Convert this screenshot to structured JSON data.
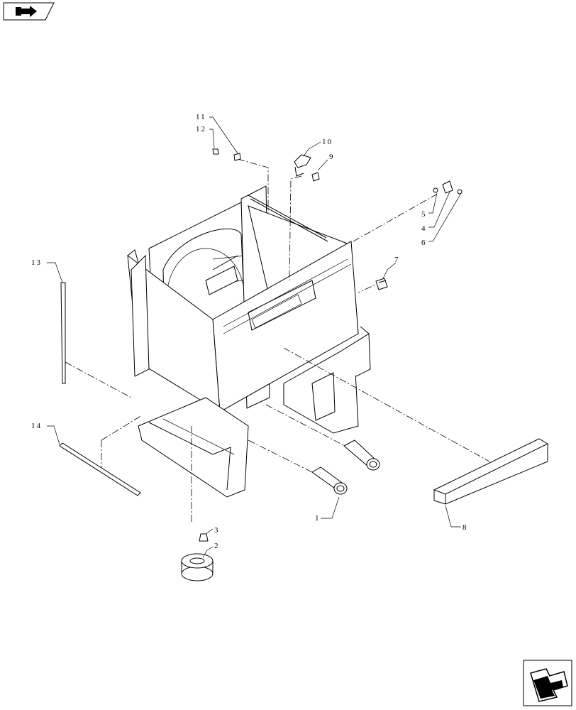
{
  "callouts": [
    {
      "id": "1",
      "label": "1"
    },
    {
      "id": "2",
      "label": "2"
    },
    {
      "id": "3",
      "label": "3"
    },
    {
      "id": "4",
      "label": "4"
    },
    {
      "id": "5",
      "label": "5"
    },
    {
      "id": "6",
      "label": "6"
    },
    {
      "id": "7",
      "label": "7"
    },
    {
      "id": "8",
      "label": "8"
    },
    {
      "id": "9",
      "label": "9"
    },
    {
      "id": "10",
      "label": "10"
    },
    {
      "id": "11",
      "label": "11"
    },
    {
      "id": "12",
      "label": "12"
    },
    {
      "id": "13",
      "label": "13"
    },
    {
      "id": "14",
      "label": "14"
    }
  ],
  "icons": {
    "top_left": "back-arrow-icon",
    "bottom_right": "next-arrow-icon"
  }
}
